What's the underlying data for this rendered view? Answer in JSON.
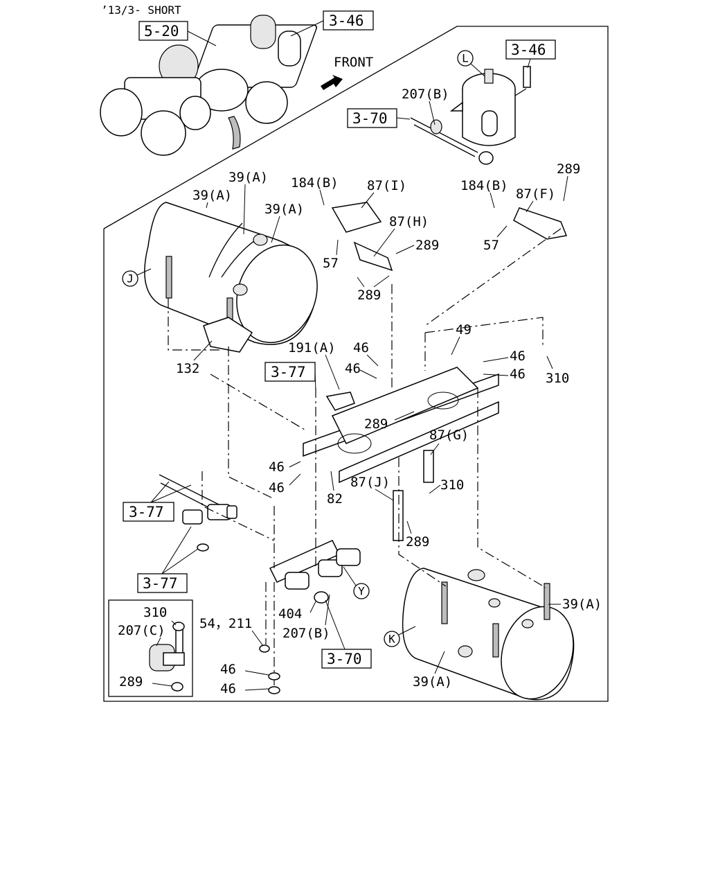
{
  "header": {
    "title": "’13/3- SHORT"
  },
  "front_label": "FRONT",
  "ref_boxes": {
    "r520": "5-20",
    "r346_top": "3-46",
    "r346_right": "3-46",
    "r370_top": "3-70",
    "r377_mid": "3-77",
    "r377_left": "3-77",
    "r377_low": "3-77",
    "r370_bottom": "3-70"
  },
  "circles": {
    "L": "L",
    "J": "J",
    "Y": "Y",
    "K": "K"
  },
  "labels": {
    "p207b_top": "207(B)",
    "p39a_1": "39(A)",
    "p39a_2": "39(A)",
    "p39a_3": "39(A)",
    "p184b_1": "184(B)",
    "p87i": "87(I)",
    "p87h": "87(H)",
    "p289_1": "289",
    "p57_1": "57",
    "p289_2": "289",
    "p289_3": "289",
    "p184b_2": "184(B)",
    "p87f": "87(F)",
    "p57_2": "57",
    "p132": "132",
    "p49": "49",
    "p191a": "191(A)",
    "p46_1": "46",
    "p46_2": "46",
    "p46_3": "46",
    "p46_4": "46",
    "p310_1": "310",
    "p289_4": "289",
    "p87g": "87(G)",
    "p46_5": "46",
    "p46_6": "46",
    "p82": "82",
    "p87j": "87(J)",
    "p310_2": "310",
    "p289_5": "289",
    "p54_211": "54，211",
    "p404": "404",
    "p207b_bot": "207(B)",
    "p46_7": "46",
    "p46_8": "46",
    "p39a_4": "39(A)",
    "p39a_5": "39(A)"
  },
  "inset": {
    "p310": "310",
    "p207c": "207(C)",
    "p289": "289"
  }
}
